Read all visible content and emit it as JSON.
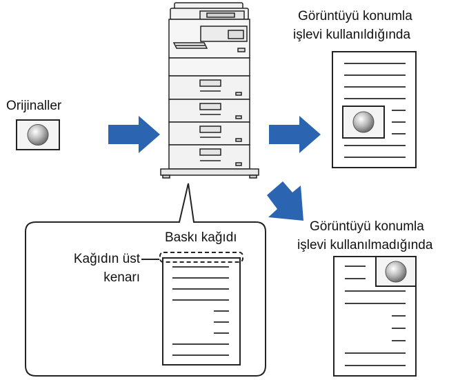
{
  "labels": {
    "originals": "Orijinaller",
    "with_func_line1": "Görüntüyü konumla",
    "with_func_line2": "işlevi kullanıldığında",
    "without_func_line1": "Görüntüyü konumla",
    "without_func_line2": "işlevi kullanılmadığında",
    "print_paper": "Baskı kağıdı",
    "paper_top_edge_line1": "Kağıdın üst",
    "paper_top_edge_line2": "kenarı"
  },
  "colors": {
    "arrow": "#2b64b0",
    "outline": "#222222",
    "image_fill": "#c8c8c8",
    "machine_fill": "#f2f2f2"
  }
}
